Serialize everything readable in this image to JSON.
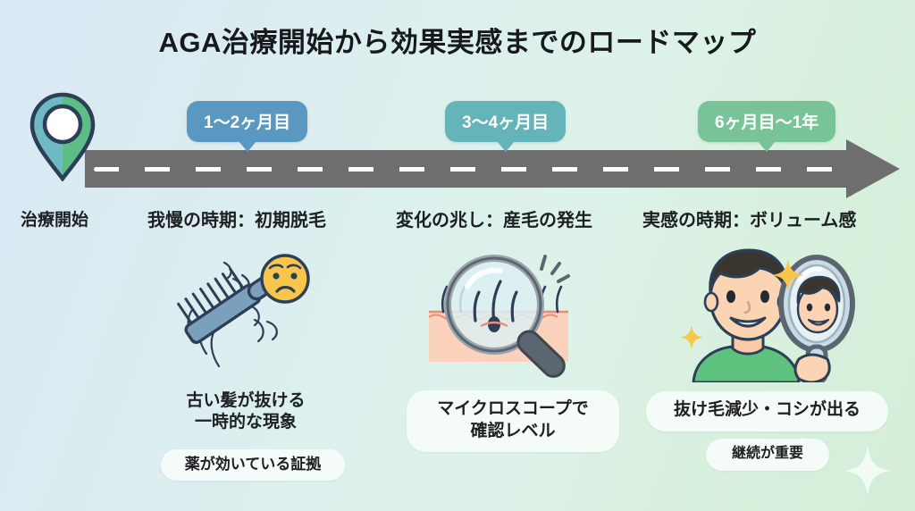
{
  "header": {
    "title": "AGA治療開始から効果実感までのロードマップ"
  },
  "colors": {
    "badge_stage1": "#5a98c2",
    "badge_stage2": "#64b4ba",
    "badge_stage3": "#79c398",
    "road": "#6e6e6e",
    "road_dash": "#ffffff",
    "background_start": "#d9e9f5",
    "background_end": "#d3eed8",
    "text": "#1d1f22"
  },
  "timeline": {
    "start": {
      "icon": "map-pin-icon",
      "label": "治療開始"
    },
    "road": {
      "icon": "road-arrow-icon",
      "direction": "right"
    },
    "stages": [
      {
        "badge": "1〜2ヶ月目",
        "heading": "我慢の時期：初期脱毛",
        "illustration_icon": "comb-with-falling-hair-and-sad-face-icon",
        "description": "古い髪が抜ける\n一時的な現象",
        "pill": "薬が効いている証拠"
      },
      {
        "badge": "3〜4ヶ月目",
        "heading": "変化の兆し：産毛の発生",
        "illustration_icon": "magnifier-over-scalp-follicle-icon",
        "description": "",
        "pill": "マイクロスコープで\n確認レベル"
      },
      {
        "badge": "6ヶ月目〜1年",
        "heading": "実感の時期：ボリューム感",
        "illustration_icon": "smiling-man-with-hand-mirror-icon",
        "description": "",
        "pill": "抜け毛減少・コシが出る",
        "pill_secondary": "継続が重要"
      }
    ]
  }
}
